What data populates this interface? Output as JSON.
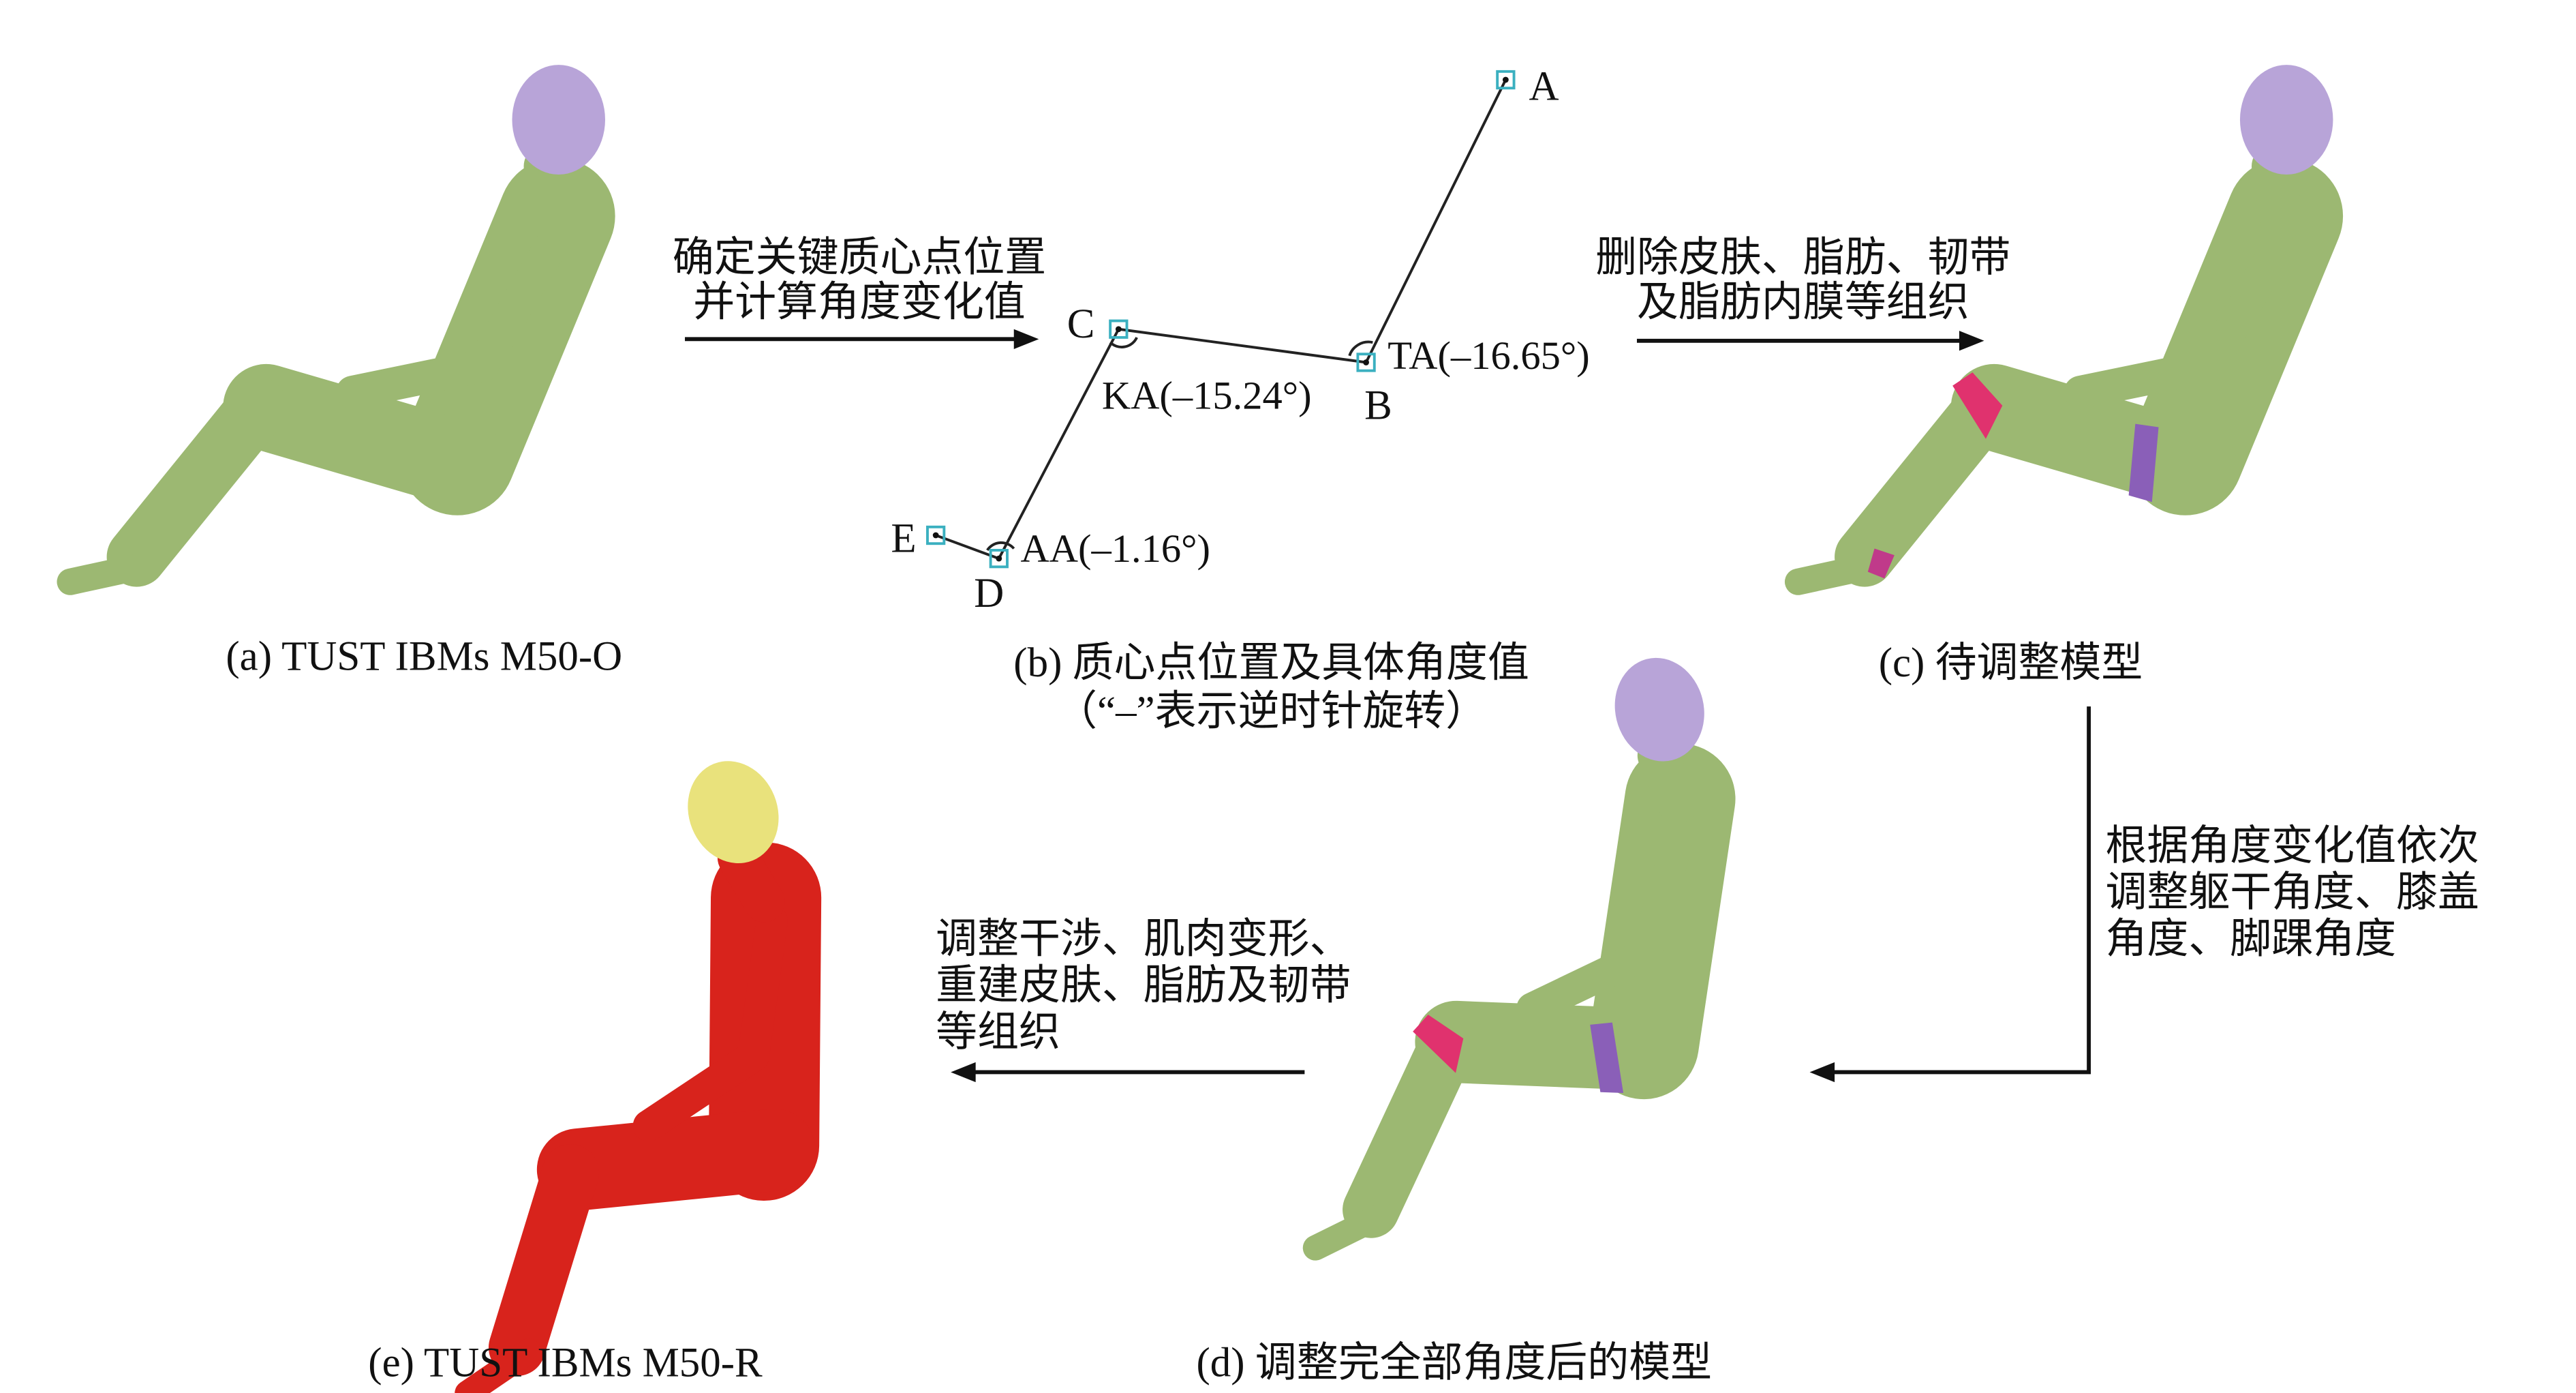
{
  "colors": {
    "skin_green": "#9cb872",
    "head_lavender": "#b8a4d8",
    "final_red": "#d8231c",
    "final_head": "#e9e27c",
    "marker": "#3bb0c0",
    "tissue_pink": "#e0326e"
  },
  "captions": {
    "a": "(a) TUST IBMs M50-O",
    "b_line1": "(b) 质心点位置及具体角度值",
    "b_line2": "（“–”表示逆时针旋转）",
    "c": "(c) 待调整模型",
    "d": "(d) 调整完全部角度后的模型",
    "e": "(e) TUST IBMs M50-R"
  },
  "steps": {
    "s1_line1": "确定关键质心点位置",
    "s1_line2": "并计算角度变化值",
    "s2_line1": "删除皮肤、脂肪、韧带",
    "s2_line2": "及脂肪内膜等组织",
    "s3_line1": "根据角度变化值依次",
    "s3_line2": "调整躯干角度、膝盖",
    "s3_line3": "角度、脚踝角度",
    "s4_line1": "调整干涉、肌肉变形、",
    "s4_line2": "重建皮肤、脂肪及韧带",
    "s4_line3": "等组织"
  },
  "points": {
    "A": "A",
    "B": "B",
    "C": "C",
    "D": "D",
    "E": "E"
  },
  "angles": {
    "TA": "TA(–16.65°)",
    "KA": "KA(–15.24°)",
    "AA": "AA(–1.16°)"
  }
}
